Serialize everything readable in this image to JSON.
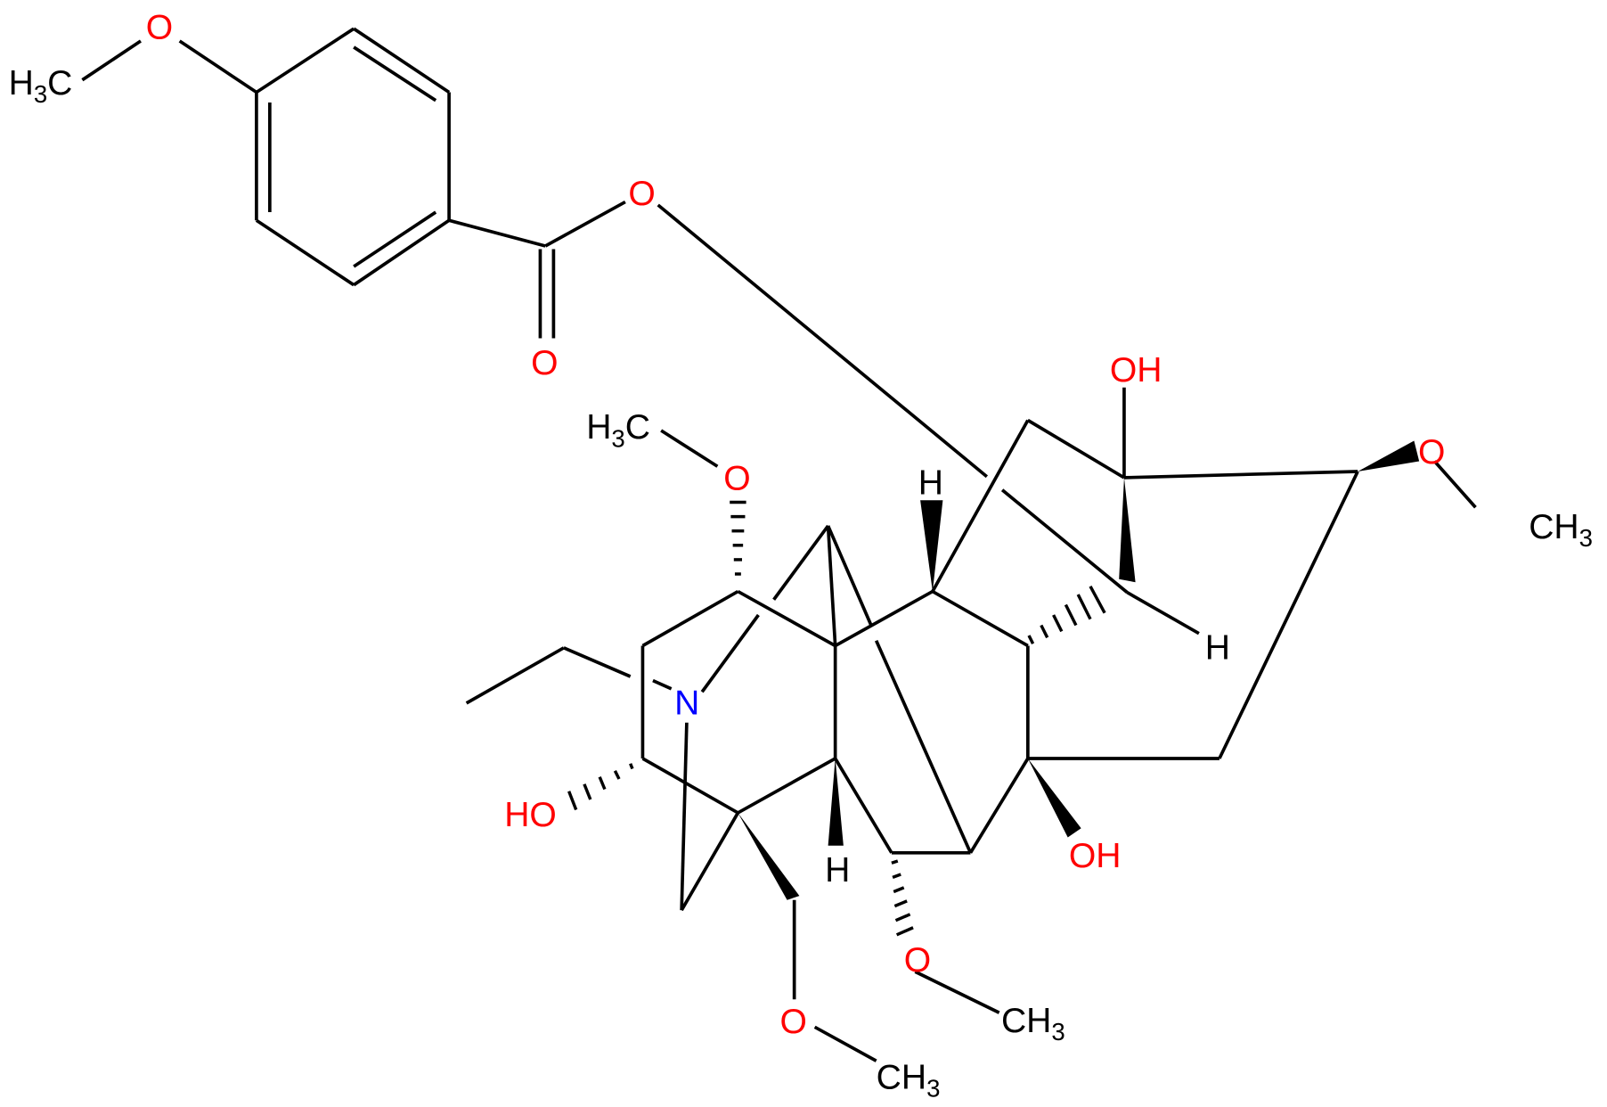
{
  "diagram": {
    "type": "chemical-structure",
    "colors": {
      "bond": "#000000",
      "oxygen": "#ff0000",
      "nitrogen": "#0000ff",
      "carbon_hydrogen": "#000000"
    },
    "labels": {
      "methoxy_aryl_c": "H",
      "methoxy_aryl_c_sub": "3",
      "methoxy_aryl_c_tail": "C",
      "methoxy_aryl_o": "O",
      "ester_o": "O",
      "carbonyl_o": "O",
      "oh_top": "OH",
      "ome_right_o": "O",
      "ome_right_c": "CH",
      "ome_right_c_sub": "3",
      "h_right": "H",
      "h_top": "H",
      "ome_left_c": "H",
      "ome_left_c_sub": "3",
      "ome_left_c_tail": "C",
      "ome_left_o": "O",
      "nitrogen": "N",
      "oh_left": "HO",
      "h_bottom": "H",
      "oh_right": "OH",
      "ome_bottom_o": "O",
      "ome_bottom_c": "CH",
      "ome_bottom_c_sub": "3",
      "ch2ome_o": "O",
      "ch2ome_c": "CH",
      "ch2ome_c_sub": "3"
    }
  }
}
